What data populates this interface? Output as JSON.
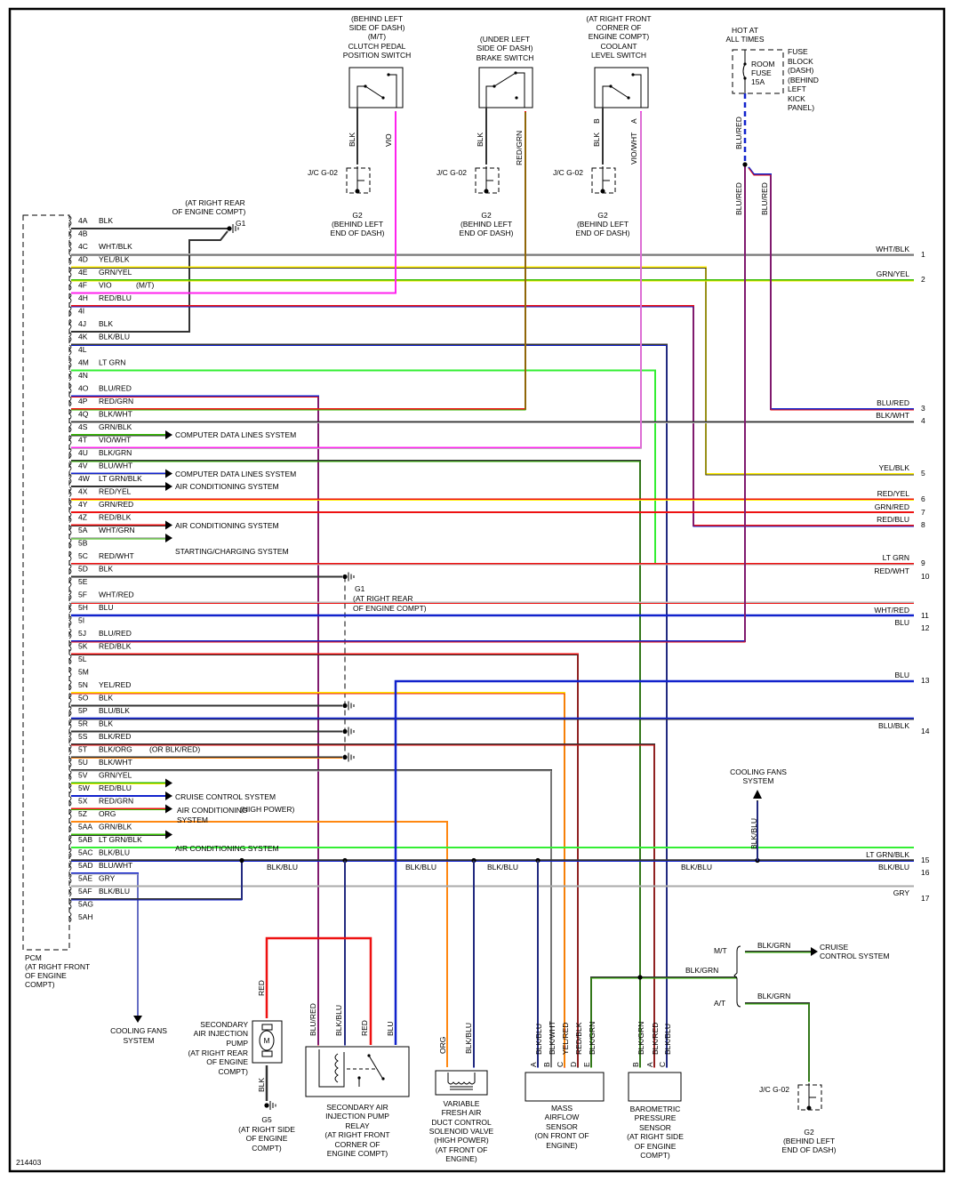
{
  "figure_id": "214403",
  "colors": {
    "BLK": "#333333",
    "WHT": "#bbbbbb",
    "YEL": "#ffee00",
    "GRN": "#33bb00",
    "LTGRN": "#33ee33",
    "VIO": "#ff22ee",
    "RED": "#ee1111",
    "BLU": "#1122cc",
    "ORG": "#ff8811",
    "GRY": "#aaaaaa"
  },
  "pcm": {
    "label": [
      "PCM",
      "(AT RIGHT FRONT",
      "OF ENGINE",
      "COMPT)"
    ],
    "pins": [
      {
        "pin": "4A",
        "wire": "BLK"
      },
      {
        "pin": "4B",
        "wire": ""
      },
      {
        "pin": "4C",
        "wire": "WHT/BLK"
      },
      {
        "pin": "4D",
        "wire": "YEL/BLK"
      },
      {
        "pin": "4E",
        "wire": "GRN/YEL"
      },
      {
        "pin": "4F",
        "wire": "VIO",
        "note": "(M/T)"
      },
      {
        "pin": "4H",
        "wire": "RED/BLU"
      },
      {
        "pin": "4I",
        "wire": ""
      },
      {
        "pin": "4J",
        "wire": "BLK"
      },
      {
        "pin": "4K",
        "wire": "BLK/BLU"
      },
      {
        "pin": "4L",
        "wire": ""
      },
      {
        "pin": "4M",
        "wire": "LT GRN"
      },
      {
        "pin": "4N",
        "wire": ""
      },
      {
        "pin": "4O",
        "wire": "BLU/RED"
      },
      {
        "pin": "4P",
        "wire": "RED/GRN"
      },
      {
        "pin": "4Q",
        "wire": "BLK/WHT"
      },
      {
        "pin": "4S",
        "wire": "GRN/BLK"
      },
      {
        "pin": "4T",
        "wire": "VIO/WHT"
      },
      {
        "pin": "4U",
        "wire": "BLK/GRN"
      },
      {
        "pin": "4V",
        "wire": "BLU/WHT"
      },
      {
        "pin": "4W",
        "wire": "LT GRN/BLK"
      },
      {
        "pin": "4X",
        "wire": "RED/YEL"
      },
      {
        "pin": "4Y",
        "wire": "GRN/RED"
      },
      {
        "pin": "4Z",
        "wire": "RED/BLK"
      },
      {
        "pin": "5A",
        "wire": "WHT/GRN"
      },
      {
        "pin": "5B",
        "wire": ""
      },
      {
        "pin": "5C",
        "wire": "RED/WHT"
      },
      {
        "pin": "5D",
        "wire": "BLK"
      },
      {
        "pin": "5E",
        "wire": ""
      },
      {
        "pin": "5F",
        "wire": "WHT/RED"
      },
      {
        "pin": "5H",
        "wire": "BLU"
      },
      {
        "pin": "5I",
        "wire": ""
      },
      {
        "pin": "5J",
        "wire": "BLU/RED"
      },
      {
        "pin": "5K",
        "wire": "RED/BLK"
      },
      {
        "pin": "5L",
        "wire": ""
      },
      {
        "pin": "5M",
        "wire": ""
      },
      {
        "pin": "5N",
        "wire": "YEL/RED"
      },
      {
        "pin": "5O",
        "wire": "BLK"
      },
      {
        "pin": "5P",
        "wire": "BLU/BLK"
      },
      {
        "pin": "5R",
        "wire": "BLK"
      },
      {
        "pin": "5S",
        "wire": "BLK/RED"
      },
      {
        "pin": "5T",
        "wire": "BLK/ORG",
        "note": "(OR BLK/RED)"
      },
      {
        "pin": "5U",
        "wire": "BLK/WHT"
      },
      {
        "pin": "5V",
        "wire": "GRN/YEL"
      },
      {
        "pin": "5W",
        "wire": "RED/BLU"
      },
      {
        "pin": "5X",
        "wire": "RED/GRN"
      },
      {
        "pin": "5Z",
        "wire": "ORG",
        "note": "(HIGH POWER)"
      },
      {
        "pin": "5AA",
        "wire": "GRN/BLK"
      },
      {
        "pin": "5AB",
        "wire": "LT GRN/BLK"
      },
      {
        "pin": "5AC",
        "wire": "BLK/BLU"
      },
      {
        "pin": "5AD",
        "wire": "BLU/WHT"
      },
      {
        "pin": "5AE",
        "wire": "GRY"
      },
      {
        "pin": "5AF",
        "wire": "BLK/BLU"
      },
      {
        "pin": "5AG",
        "wire": ""
      },
      {
        "pin": "5AH",
        "wire": ""
      }
    ]
  },
  "system_refs": {
    "cdl1": "COMPUTER DATA LINES SYSTEM",
    "cdl2": "COMPUTER DATA LINES SYSTEM",
    "ac1": "AIR CONDITIONING SYSTEM",
    "ac2": "AIR CONDITIONING SYSTEM",
    "starting": "STARTING/CHARGING SYSTEM",
    "cruise": "CRUISE CONTROL SYSTEM",
    "ac3_l1": "AIR CONDITIONING",
    "ac3_l2": "SYSTEM",
    "ac4": "AIR CONDITIONING SYSTEM"
  },
  "grounds": {
    "g1_top": {
      "id": "G1",
      "loc": [
        "(AT RIGHT REAR",
        "OF ENGINE COMPT)"
      ]
    },
    "g1_mid": {
      "id": "G1",
      "loc": [
        "(AT RIGHT REAR",
        "OF ENGINE COMPT)"
      ]
    },
    "g2": {
      "jc": "J/C G-02",
      "id": "G2",
      "loc": [
        "(BEHIND LEFT",
        "END OF DASH)"
      ]
    },
    "g5": {
      "id": "G5",
      "loc": [
        "(AT RIGHT SIDE",
        "OF ENGINE",
        "COMPT)"
      ]
    }
  },
  "switches": {
    "clutch": {
      "title": [
        "(BEHIND LEFT",
        "SIDE OF DASH)",
        "(M/T)",
        "CLUTCH PEDAL",
        "POSITION SWITCH"
      ],
      "wire_left": "BLK",
      "wire_right": "VIO"
    },
    "brake": {
      "title": [
        "(UNDER LEFT",
        "SIDE OF DASH)",
        "BRAKE SWITCH"
      ],
      "wire_left": "BLK",
      "wire_right": "RED/GRN"
    },
    "coolant": {
      "title": [
        "(AT RIGHT FRONT",
        "CORNER OF",
        "ENGINE COMPT)",
        "COOLANT",
        "LEVEL SWITCH"
      ],
      "wire_left": "BLK",
      "wire_right": "VIO/WHT",
      "pin_left": "B",
      "pin_right": "A"
    }
  },
  "fuse": {
    "hot": [
      "HOT AT",
      "ALL TIMES"
    ],
    "name": [
      "ROOM",
      "FUSE",
      "15A"
    ],
    "block": [
      "FUSE",
      "BLOCK",
      "(DASH)",
      "(BEHIND",
      "LEFT",
      "KICK",
      "PANEL)"
    ],
    "wire": "BLU/RED",
    "wire2": "BLU/RED",
    "wire3": "BLU/RED"
  },
  "connectors_right": [
    {
      "num": "1",
      "wire": "WHT/BLK"
    },
    {
      "num": "2",
      "wire": "GRN/YEL"
    },
    {
      "num": "3",
      "wire": "BLU/RED"
    },
    {
      "num": "4",
      "wire": "BLK/WHT"
    },
    {
      "num": "5",
      "wire": "YEL/BLK"
    },
    {
      "num": "6",
      "wire": "RED/YEL"
    },
    {
      "num": "7",
      "wire": "GRN/RED"
    },
    {
      "num": "8",
      "wire": "RED/BLU"
    },
    {
      "num": "9",
      "wire": "LT GRN"
    },
    {
      "num": "10",
      "wire": "RED/WHT"
    },
    {
      "num": "11",
      "wire": "WHT/RED"
    },
    {
      "num": "12",
      "wire": "BLU"
    },
    {
      "num": "13",
      "wire": "BLU"
    },
    {
      "num": "14",
      "wire": "BLU/BLK"
    },
    {
      "num": "15",
      "wire": "LT GRN/BLK"
    },
    {
      "num": "16",
      "wire": "BLK/BLU"
    },
    {
      "num": "17",
      "wire": "GRY"
    }
  ],
  "bus": {
    "label1": "BLK/BLU",
    "label2": "BLK/BLU",
    "label3": "BLK/BLU",
    "label4": "BLK/BLU",
    "cooling_wire": "BLK/BLU"
  },
  "cooling_fans": {
    "top": [
      "COOLING FANS",
      "SYSTEM"
    ],
    "left": [
      "COOLING FANS",
      "SYSTEM"
    ]
  },
  "components": {
    "pump": {
      "name": [
        "SECONDARY",
        "AIR INJECTION",
        "PUMP",
        "(AT RIGHT REAR",
        "OF ENGINE",
        "COMPT)"
      ],
      "wire_top": "RED",
      "wire_bottom": "BLK",
      "symbol": "M"
    },
    "relay": {
      "name": [
        "SECONDARY AIR",
        "INJECTION PUMP",
        "RELAY",
        "(AT RIGHT FRONT",
        "CORNER OF",
        "ENGINE COMPT)"
      ],
      "wires": [
        "BLU/RED",
        "BLK/BLU",
        "RED",
        "BLU"
      ]
    },
    "solenoid": {
      "name": [
        "VARIABLE",
        "FRESH AIR",
        "DUCT CONTROL",
        "SOLENOID VALVE",
        "(HIGH POWER)",
        "(AT FRONT OF",
        "ENGINE)"
      ],
      "wires": [
        "ORG",
        "BLK/BLU"
      ]
    },
    "maf": {
      "name": [
        "MASS",
        "AIRFLOW",
        "SENSOR",
        "(ON FRONT OF",
        "ENGINE)"
      ],
      "wires": [
        "BLK/BLU",
        "BLK/WHT",
        "YEL/RED",
        "RED/BLK",
        "BLK/GRN"
      ],
      "pins": [
        "A",
        "B",
        "C",
        "D",
        "E"
      ]
    },
    "baro": {
      "name": [
        "BAROMETRIC",
        "PRESSURE",
        "SENSOR",
        "(AT RIGHT SIDE",
        "OF ENGINE",
        "COMPT)"
      ],
      "wires": [
        "BLK/GRN",
        "BLK/RED",
        "BLK/BLU"
      ],
      "pins": [
        "B",
        "A",
        "C"
      ]
    }
  },
  "transmission_split": {
    "in_wire": "BLK/GRN",
    "mt": "M/T",
    "at": "A/T",
    "mt_wire": "BLK/GRN",
    "at_wire": "BLK/GRN",
    "cruise": [
      "CRUISE",
      "CONTROL SYSTEM"
    ]
  }
}
